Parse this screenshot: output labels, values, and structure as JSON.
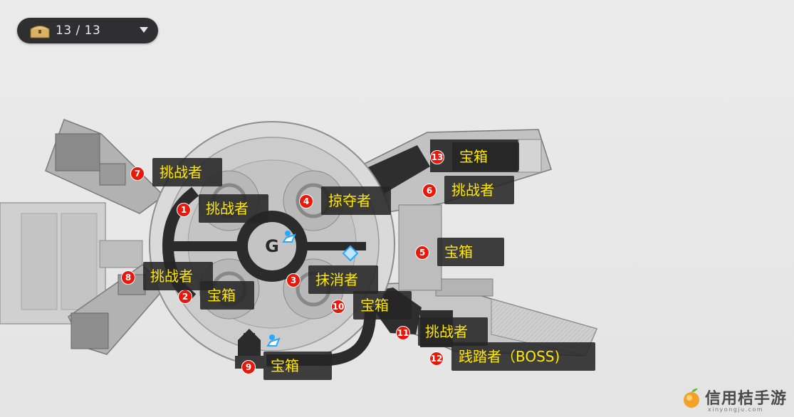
{
  "counter": {
    "value": "13 / 13",
    "icon": "treasure-chest-icon"
  },
  "markers": [
    {
      "num": "1",
      "label": "挑战者"
    },
    {
      "num": "2",
      "label": "宝箱"
    },
    {
      "num": "3",
      "label": "抹消者"
    },
    {
      "num": "4",
      "label": "掠夺者"
    },
    {
      "num": "5",
      "label": "宝箱"
    },
    {
      "num": "6",
      "label": "挑战者"
    },
    {
      "num": "7",
      "label": "挑战者"
    },
    {
      "num": "8",
      "label": "挑战者"
    },
    {
      "num": "9",
      "label": "宝箱"
    },
    {
      "num": "10",
      "label": "宝箱"
    },
    {
      "num": "11",
      "label": "挑战者"
    },
    {
      "num": "12",
      "label": "践踏者（BOSS)"
    },
    {
      "num": "13",
      "label": "宝箱"
    }
  ],
  "colors": {
    "marker": "#e8190b",
    "label_text": "#ffe800",
    "label_bg": "#262626",
    "accent": "#2aa7ff"
  },
  "watermark": {
    "name": "信用桔手游",
    "url": "xinyongju.com"
  }
}
